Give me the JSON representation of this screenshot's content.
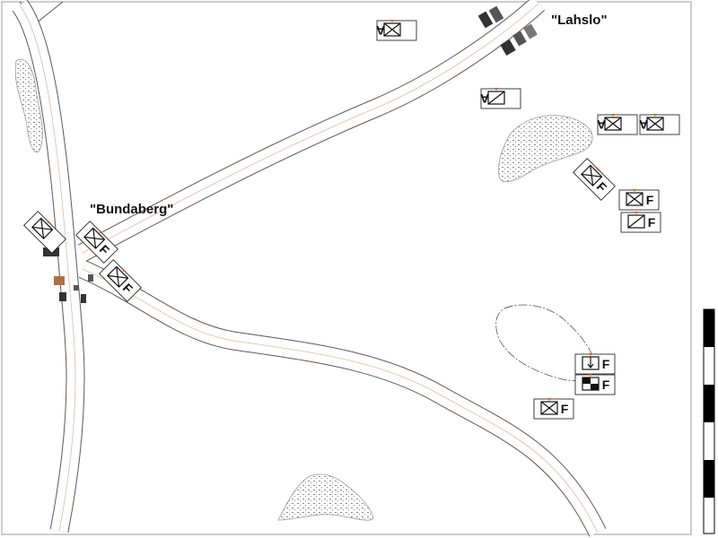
{
  "map": {
    "towns": [
      {
        "id": "bundaberg",
        "name": "\"Bundaberg\""
      },
      {
        "id": "lahslo",
        "name": "\"Lahslo\""
      }
    ],
    "units": [
      {
        "id": "u-top-center",
        "symbol": "infantry",
        "letter": "A",
        "letter_mirrored": true
      },
      {
        "id": "u-lahslo-diag",
        "symbol": "antitank",
        "letter": "A",
        "letter_mirrored": true
      },
      {
        "id": "u-east-1",
        "symbol": "infantry",
        "letter": "A",
        "letter_mirrored": true
      },
      {
        "id": "u-east-2",
        "symbol": "infantry",
        "letter": "A",
        "letter_mirrored": true
      },
      {
        "id": "u-lake-se",
        "symbol": "infantry",
        "letter": "F"
      },
      {
        "id": "u-east-3",
        "symbol": "infantry",
        "letter": "F"
      },
      {
        "id": "u-east-4",
        "symbol": "antitank",
        "letter": "F"
      },
      {
        "id": "u-bundaberg-1",
        "symbol": "infantry",
        "letter": "F"
      },
      {
        "id": "u-bundaberg-2",
        "symbol": "infantry",
        "letter": "F"
      },
      {
        "id": "u-road-se",
        "symbol": "infantry",
        "letter": "F"
      },
      {
        "id": "u-oval-1",
        "symbol": "artillery",
        "letter": "F"
      },
      {
        "id": "u-oval-2",
        "symbol": "checkered",
        "letter": "F"
      },
      {
        "id": "u-oval-3",
        "symbol": "infantry",
        "letter": "F"
      }
    ],
    "colors": {
      "road_edge": "#5a5a5a",
      "road_center": "#e0b8a0",
      "marsh_fill": "#c8c8c8",
      "unit_outline": "#111111",
      "unit_marker": "#e06010",
      "building": "#333333",
      "scale_bar": "#000000"
    }
  }
}
